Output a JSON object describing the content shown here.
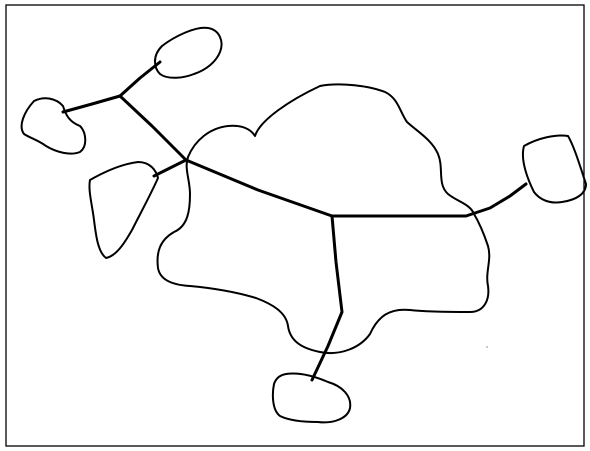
{
  "diagram": {
    "kind": "hand-drawn sketch",
    "text": [],
    "colors": {
      "background": "#ffffff",
      "frame": "#000000",
      "outline": "#000000",
      "connector": "#000000"
    },
    "regions": [
      "central-blob",
      "top-left-blob",
      "left-blob",
      "left-center-blob",
      "right-blob",
      "bottom-blob"
    ],
    "connectors": [
      "top-left-blob-to-hub-a",
      "left-blob-to-hub-a",
      "hub-a-to-hub-b",
      "left-center-blob-to-hub-b",
      "hub-b-to-hub-c",
      "hub-c-to-right-blob",
      "hub-c-to-bottom-blob"
    ]
  }
}
